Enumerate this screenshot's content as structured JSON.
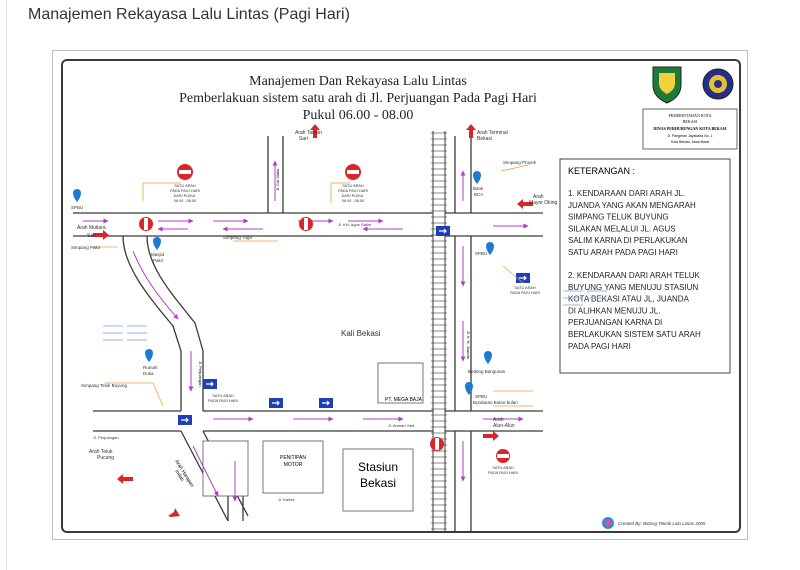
{
  "page": {
    "title": "Manajemen Rekayasa Lalu Lintas (Pagi Hari)"
  },
  "map": {
    "title_1": "Manajemen Dan Rekayasa Lalu Lintas",
    "title_2": "Pemberlakuan sistem satu arah di Jl. Perjuangan Pada Pagi Hari",
    "title_3": "Pukul 06.00 - 08.00",
    "agency": {
      "line1": "PEMERINTAHAN KOTA",
      "line2": "BEKASI",
      "line3": "DINAS PERHUBUNGAN KOTA BEKASI",
      "line4": "Jl. Pangeran Jayakarta No. 1",
      "line5": "Kota Bekasi, Jawa Barat"
    },
    "legend": {
      "heading": "KETERANGAN :",
      "item1": [
        "1. KENDARAAN DARI ARAH JL.",
        "JUANDA YANG AKAN MENGARAH",
        "SIMPANG TELUK BUYUNG",
        "SILAKAN MELALUI JL. AGUS",
        "SALIM KARNA DI PERLAKUKAN",
        "SATU ARAH PADA PAGI HARI"
      ],
      "item2": [
        "2. KENDARAAN DARI ARAH TELUK",
        "BUYUNG YANG MENUJU STASIUN",
        "KOTA BEKASI ATAU JL, JUANDA",
        "DI ALIHKAN MENUJU  JL.",
        "PERJUANGAN KARNA DI",
        "BERLAKUKAN SISTEM SATU ARAH",
        "PADA PAGI HARI"
      ]
    },
    "labels": {
      "arah_taman_sari": "Arah Taman",
      "arah_taman_sari_2": "Sari",
      "arah_terminal": "Arah Terminal",
      "arah_terminal_2": "Bekasi",
      "arah_mayor_oking": "Arah",
      "arah_mayor_oking_2": "Mayor Oking",
      "arah_mutiara": "Arah Mutiara",
      "arah_mutiara_2": "Sari",
      "simpang_pakir": "Simpang Pakir",
      "simpang_tugu": "Simpang Tugu",
      "simpang_proyek": "Simpang Proyek",
      "spbu_1": "SPBU",
      "spbu_2": "SPBU",
      "masjid": "Masjid",
      "masjid_2": "Pakir",
      "bank_bca": "Bank",
      "bank_bca_2": "BCA",
      "kali_bekasi": "Kali Bekasi",
      "rumah_duka": "Rumah",
      "rumah_duka_2": "Duka",
      "simpang_teluk_buyung": "Simpang Teluk Buyung",
      "jl_perjuangan": "Jl. Perjuangan",
      "jl_agus_salim": "Jl. KH. Agus Salim",
      "jl_juanda": "Jl. Ir. H. Juanda",
      "jl_ahmad_yani": "Jl. Ahmad Yani",
      "jl_cut_mutia": "Jl. Cut Mutia",
      "jl_kartini": "Jl. Kartini",
      "jl_perjuangan_2": "Jl. Perjuangan",
      "arah_teluk_pucung": "Arah Teluk",
      "arah_teluk_pucung_2": "Pucung",
      "arah_harapan_indah": "Arah Harapan",
      "arah_harapan_indah_2": "Indah",
      "pt_mega_baja": "PT. MEGA BAJA",
      "penitipan_motor": "PENITIPAN",
      "penitipan_motor_2": "MOTOR",
      "stasiun": "Stasiun",
      "stasiun_2": "Bekasi",
      "gedung_bangunan": "Bedeng Bangunan",
      "bundaran": "Bundaran Bulan-bulan",
      "arah_alun": "Arah",
      "arah_alun_2": "Alun-Alun",
      "spbu_3": "SPBU",
      "created": "Created By: Bidang Teknik Lalu Lintas 2005"
    },
    "signs": {
      "satu_arah_pagi_1": [
        "SATU ARAH",
        "PADA PAGI HARI",
        "DARI PUKUL",
        "06.00 - 08.00"
      ],
      "satu_arah_pagi_2": [
        "SATU ARAH",
        "PADA PAGI HARI",
        "DARI PUKUL",
        "06.00 - 08.00"
      ],
      "satu_arah_pagi_3": [
        "SATU ARAH",
        "PADA PAGI HARI"
      ],
      "satu_arah_pagi_4": [
        "SATU ARAH",
        "PADA PAGI HARI"
      ],
      "satu_arah_pagi_5": [
        "SATU ARAH",
        "PADA PAGI HARI"
      ]
    },
    "colors": {
      "road": "#3a3a3a",
      "flow_arrow": "#b03fc4",
      "no_entry": "#d8262b",
      "one_way_sign": "#1f3fb8",
      "pin": "#1f78d1",
      "callout": "#e8a33a"
    }
  }
}
